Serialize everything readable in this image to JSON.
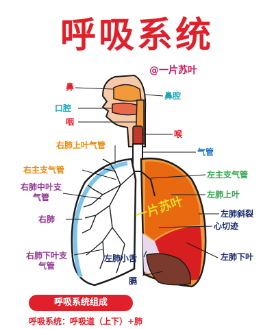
{
  "title": "呼吸系统",
  "author": "@一片苏叶",
  "watermark": "一片苏叶",
  "labels": {
    "nose": "鼻",
    "nasal_cavity": "鼻腔",
    "oral_cavity": "口腔",
    "pharynx": "咽",
    "larynx": "喉",
    "right_upper_lobe_bronchus": "右肺上叶气管",
    "trachea": "气管",
    "right_main_bronchus": "右主支气管",
    "left_main_bronchus": "左主支气管",
    "right_middle_lobe_bronchus": "右肺中叶支气管",
    "left_upper_lobe": "左肺上叶",
    "left_oblique_fissure": "左肺斜裂",
    "right_lung": "右肺",
    "cardiac_notch": "心切迹",
    "right_lower_lobe_bronchus": "右肺下叶支气管",
    "left_lingula": "左肺小舌",
    "left_lower_lobe": "左肺下叶",
    "diaphragm": "膈"
  },
  "banner": "呼吸系统组成",
  "summary": "呼吸系统：呼吸道（上下）+肺",
  "colors": {
    "title": "#e0202a",
    "author": "#c2185b",
    "label_red": "#e0202a",
    "label_cyan": "#1aa6b8",
    "label_orange": "#e88a10",
    "label_blue": "#1a75c4",
    "label_green": "#2ea84a",
    "label_navy": "#1a2a6c",
    "label_purple": "#8e3a8e"
  }
}
